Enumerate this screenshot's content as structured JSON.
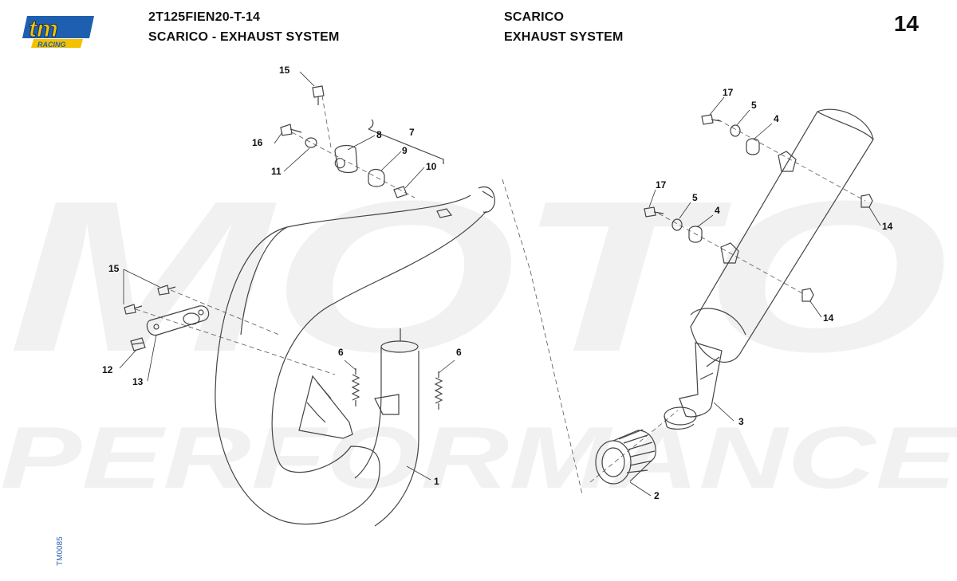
{
  "header": {
    "code": "2T125FIEN20-T-14",
    "title_left": "SCARICO - EXHAUST SYSTEM",
    "section_it": "SCARICO",
    "section_en": "EXHAUST SYSTEM",
    "page_number": "14"
  },
  "logo": {
    "brand": "tm",
    "sub": "RACING",
    "colors": {
      "blue": "#1f5fb0",
      "yellow": "#f2c200"
    }
  },
  "watermark": {
    "line1": "MOTO",
    "line2": "PERFORMANCE"
  },
  "side_code": "TM0085",
  "callouts": {
    "c1": "1",
    "c2": "2",
    "c3": "3",
    "c4a": "4",
    "c4b": "4",
    "c5a": "5",
    "c5b": "5",
    "c6a": "6",
    "c6b": "6",
    "c7": "7",
    "c8": "8",
    "c9": "9",
    "c10": "10",
    "c11": "11",
    "c12": "12",
    "c13": "13",
    "c14a": "14",
    "c14b": "14",
    "c15a": "15",
    "c15b": "15",
    "c16": "16",
    "c17a": "17",
    "c17b": "17"
  }
}
